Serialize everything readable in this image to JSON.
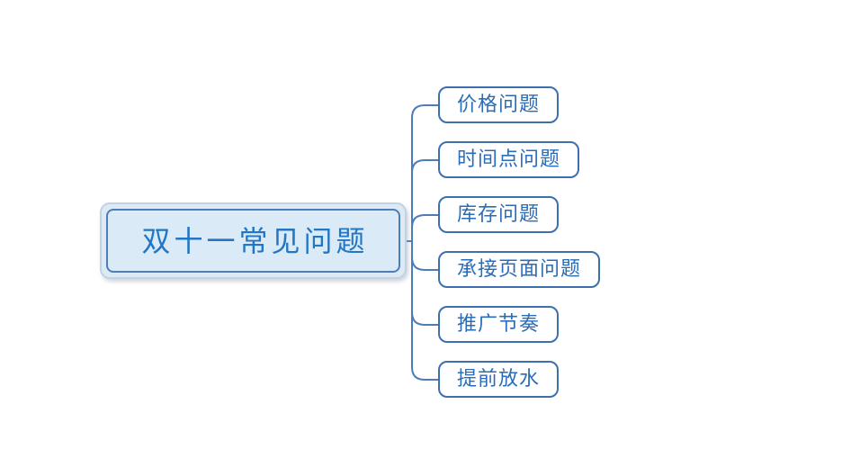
{
  "root": {
    "label": "双十一常见问题"
  },
  "children": [
    {
      "label": "价格问题"
    },
    {
      "label": "时间点问题"
    },
    {
      "label": "库存问题"
    },
    {
      "label": "承接页面问题"
    },
    {
      "label": "推广节奏"
    },
    {
      "label": "提前放水"
    }
  ],
  "colors": {
    "background": "#ffffff",
    "connector": "#4d7cb8",
    "root_halo_border": "#bed3e6",
    "root_halo_fill": "#dfe9f2",
    "root_border": "#4a7ebb",
    "root_fill": "#daeaf6",
    "root_text": "#2277c5",
    "child_border": "#3e6fae",
    "child_fill": "#ffffff",
    "child_text": "#2b6cb8"
  }
}
